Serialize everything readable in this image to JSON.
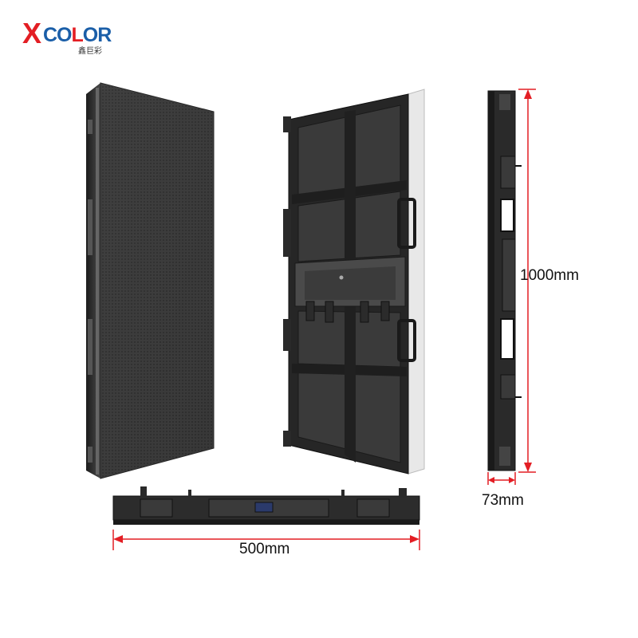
{
  "logo": {
    "brand_x": "X",
    "brand_rest_1": "CO",
    "brand_rest_2": "L",
    "brand_rest_3": "O",
    "brand_rest_4": "R",
    "brand_cn": "鑫巨彩"
  },
  "dimensions": {
    "height_label": "1000mm",
    "depth_label": "73mm",
    "width_label": "500mm"
  },
  "colors": {
    "brand_red": "#e31e24",
    "brand_blue": "#1a5ea8",
    "brand_green": "#2aa84a",
    "dimension_line": "#e31e24",
    "cabinet_dark": "#2b2b2b"
  }
}
